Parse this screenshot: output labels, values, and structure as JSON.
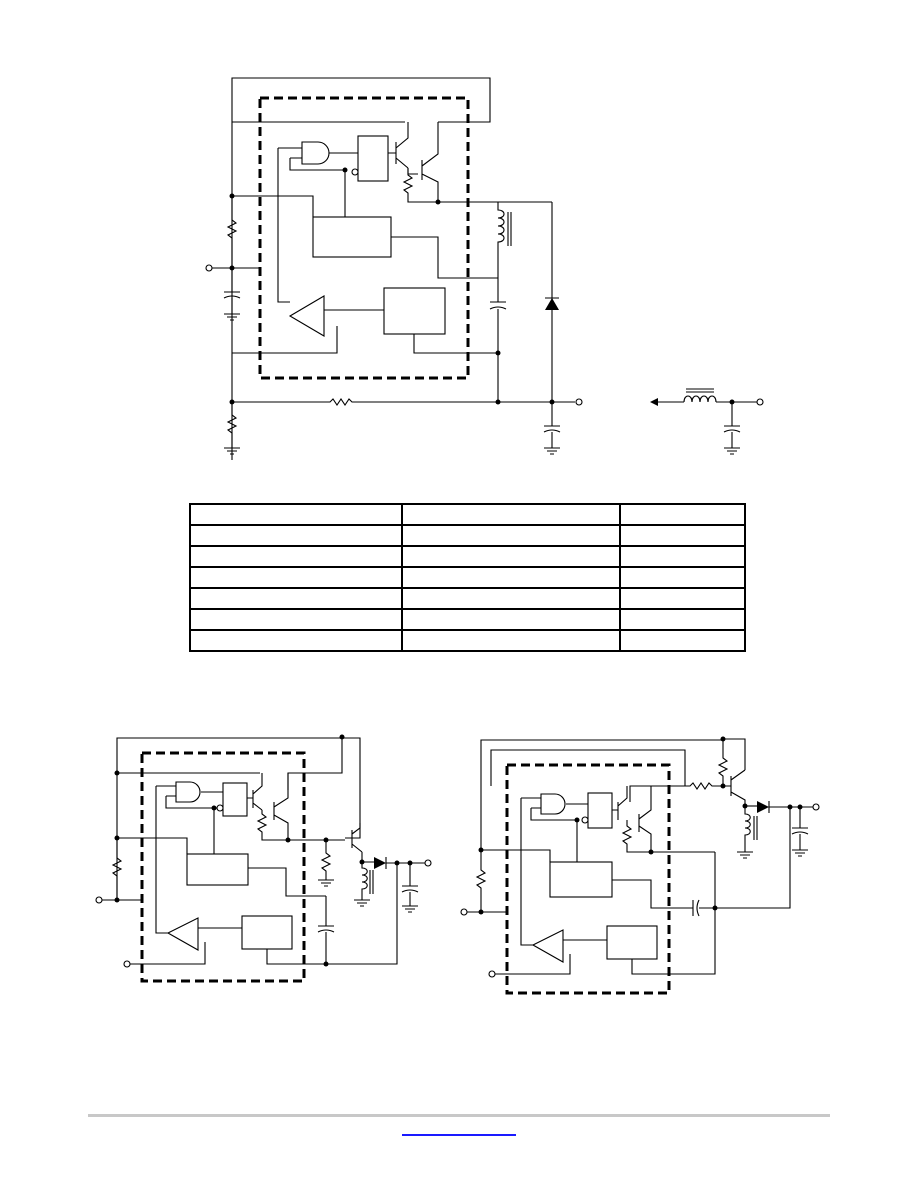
{
  "page": {
    "background": "#ffffff",
    "ink_color": "#000000",
    "link_color": "#1a1aff",
    "rule_color": "#c8c8c8"
  },
  "schematics": [
    {
      "name": "main-step-down-converter",
      "icons": [
        "and-gate-icon",
        "flip-flop-icon",
        "transistor-icon",
        "inductor-icon",
        "schottky-diode-icon",
        "capacitor-icon",
        "resistor-icon",
        "comparator-icon",
        "ground-icon"
      ]
    },
    {
      "name": "output-filter",
      "icons": [
        "inductor-icon",
        "capacitor-icon",
        "ground-icon"
      ]
    },
    {
      "name": "external-switch-left",
      "icons": [
        "and-gate-icon",
        "transistor-icon",
        "inductor-icon",
        "capacitor-icon"
      ]
    },
    {
      "name": "external-switch-right",
      "icons": [
        "and-gate-icon",
        "transistor-icon",
        "inductor-icon",
        "capacitor-icon"
      ]
    }
  ],
  "table": {
    "rows": [
      [
        "",
        "",
        ""
      ],
      [
        "",
        "",
        ""
      ],
      [
        "",
        "",
        ""
      ],
      [
        "",
        "",
        ""
      ],
      [
        "",
        "",
        ""
      ],
      [
        "",
        "",
        ""
      ],
      [
        "",
        "",
        ""
      ]
    ]
  },
  "footer": {
    "link_text": ""
  }
}
